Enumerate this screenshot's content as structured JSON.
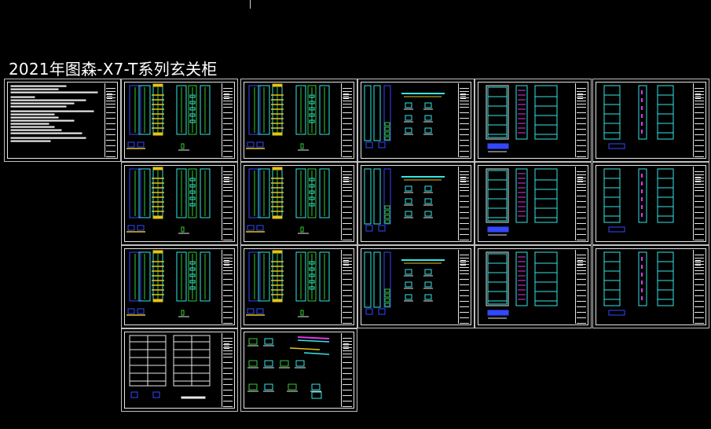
{
  "title": "2021年图森-X7-T系列玄关柜",
  "colors": {
    "background": "#000000",
    "frame": "#bfbfbf",
    "line_white": "#e6e6e6",
    "cyan": "#33e6e6",
    "yellow": "#e6c31a",
    "green": "#33cc33",
    "blue": "#3347ff",
    "magenta": "#e633e6"
  },
  "sheets": [
    {
      "type": "notes"
    },
    {
      "type": "elev"
    },
    {
      "type": "elev"
    },
    {
      "type": "details"
    },
    {
      "type": "doors"
    },
    {
      "type": "bars"
    },
    {
      "type": "elev"
    },
    {
      "type": "elev"
    },
    {
      "type": "details"
    },
    {
      "type": "doors"
    },
    {
      "type": "bars"
    },
    {
      "type": "elev"
    },
    {
      "type": "elev"
    },
    {
      "type": "details"
    },
    {
      "type": "doors"
    },
    {
      "type": "bars"
    },
    {
      "type": "grid"
    },
    {
      "type": "sections"
    }
  ]
}
